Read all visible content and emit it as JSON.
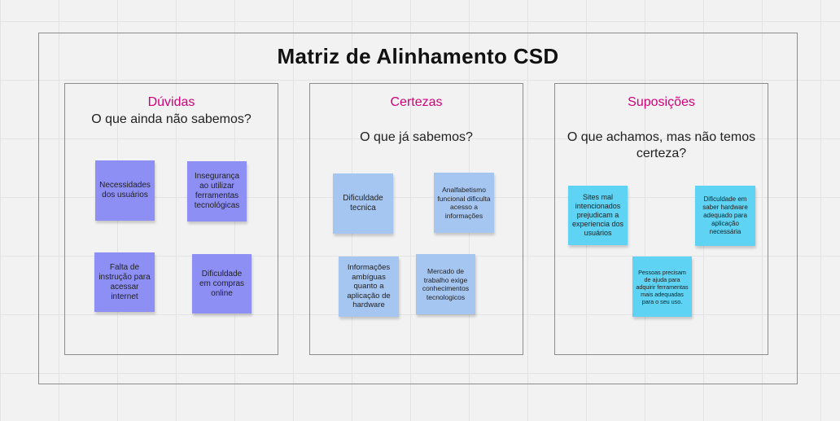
{
  "board": {
    "title": "Matriz de Alinhamento CSD"
  },
  "columns": [
    {
      "title": "Dúvidas",
      "subtitle": "O que ainda não sabemos?",
      "notes": [
        "Necessidades dos usuários",
        "Insegurança ao utilizar ferramentas tecnológicas",
        "Falta de instrução para acessar internet",
        "Dificuldade em compras online"
      ]
    },
    {
      "title": "Certezas",
      "subtitle": "O que já sabemos?",
      "notes": [
        "Dificuldade tecnica",
        "Analfabetismo funcional dificulta acesso a informações",
        "Informações ambíguas quanto a aplicação de hardware",
        "Mercado de trabalho exige conhecimentos tecnologicos"
      ]
    },
    {
      "title": "Suposições",
      "subtitle": "O que achamos, mas não temos certeza?",
      "notes": [
        "Sites mal intencionados prejudicam a experiencia dos usuários",
        "Dificuldade em saber hardware adequado para aplicação necessária",
        "Pessoas precisam de ajuda para adquirir ferramentas mais adequadas para o seu uso."
      ]
    }
  ],
  "colors": {
    "column_title": "#d1007a",
    "note_duvidas": "#8d8ff5",
    "note_certezas": "#a6c6f2",
    "note_suposicoes": "#5ed3f3"
  }
}
